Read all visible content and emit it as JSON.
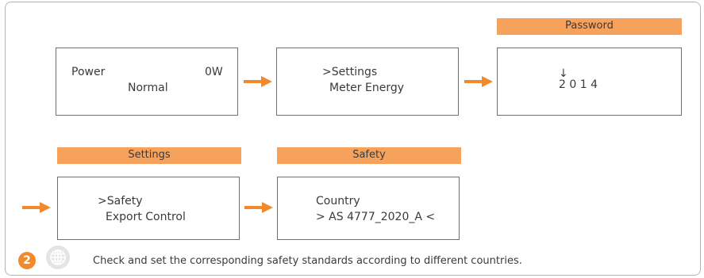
{
  "colors": {
    "accent_bar": "#f7a25c",
    "arrow": "#f08a2c",
    "step_badge": "#f08a2c",
    "box_border": "#6f6f6f"
  },
  "screens": {
    "power": {
      "line1_label": "Power",
      "line1_value": "0W",
      "line2": "Normal"
    },
    "menu": {
      "line1": ">Settings",
      "line2": "Meter Energy"
    },
    "password": {
      "header": "Password",
      "line1": "↓",
      "line2": "2 0 1 4"
    },
    "settings": {
      "header": "Settings",
      "line1": ">Safety",
      "line2": "Export Control"
    },
    "safety": {
      "header": "Safety",
      "line1": "Country",
      "line2": "> AS 4777_2020_A <"
    }
  },
  "step": {
    "number": "2",
    "icon": "globe-icon",
    "text": "Check and set the corresponding safety standards according to different countries."
  }
}
